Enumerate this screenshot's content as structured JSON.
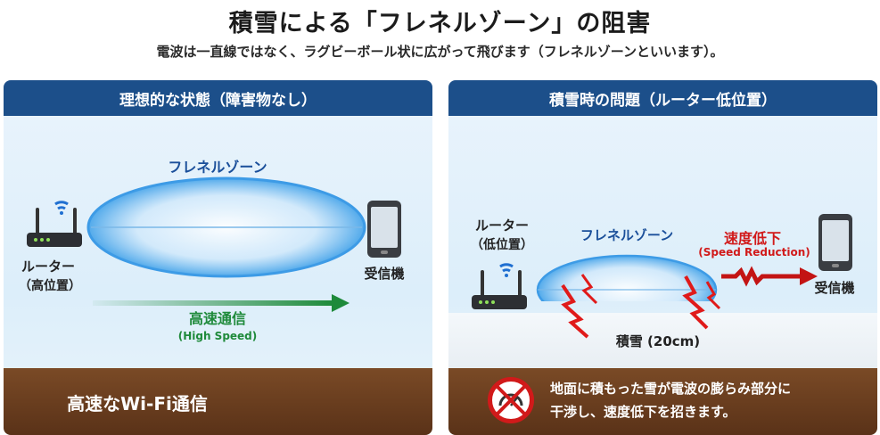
{
  "title": "積雪による「フレネルゾーン」の阻害",
  "subtitle": "電波は一直線ではなく、ラグビーボール状に広がって飛びます（フレネルゾーンといいます）。",
  "left_panel": {
    "header": "理想的な状態（障害物なし）",
    "fresnel_label": "フレネルゾーン",
    "router_label": "ルーター",
    "router_sub": "（高位置）",
    "receiver_label": "受信機",
    "speed_label": "高速通信",
    "speed_sub": "(High Speed)",
    "footer": "高速なWi-Fi通信"
  },
  "right_panel": {
    "header": "積雪時の問題（ルーター低位置）",
    "fresnel_label": "フレネルゾーン",
    "router_label": "ルーター",
    "router_sub": "（低位置）",
    "receiver_label": "受信機",
    "speed_label": "速度低下",
    "speed_sub": "(Speed Reduction)",
    "snow_label": "積雪 (20cm)",
    "footer_line1": "地面に積もった雪が電波の膨らみ部分に",
    "footer_line2": "干渉し、速度低下を招きます。"
  },
  "colors": {
    "header_bg": "#1c4f8a",
    "ground": "#6a3d1f",
    "fresnel": "#5fb4ec",
    "fresnel_text": "#1a4f9a",
    "speed_green": "#1e8a3a",
    "speed_red": "#d11a1a"
  },
  "icons": [
    "router-icon",
    "smartphone-icon",
    "wifi-signal-icon",
    "green-arrow-icon",
    "red-arrow-icon",
    "interference-zigzag-icon",
    "no-speed-icon"
  ]
}
